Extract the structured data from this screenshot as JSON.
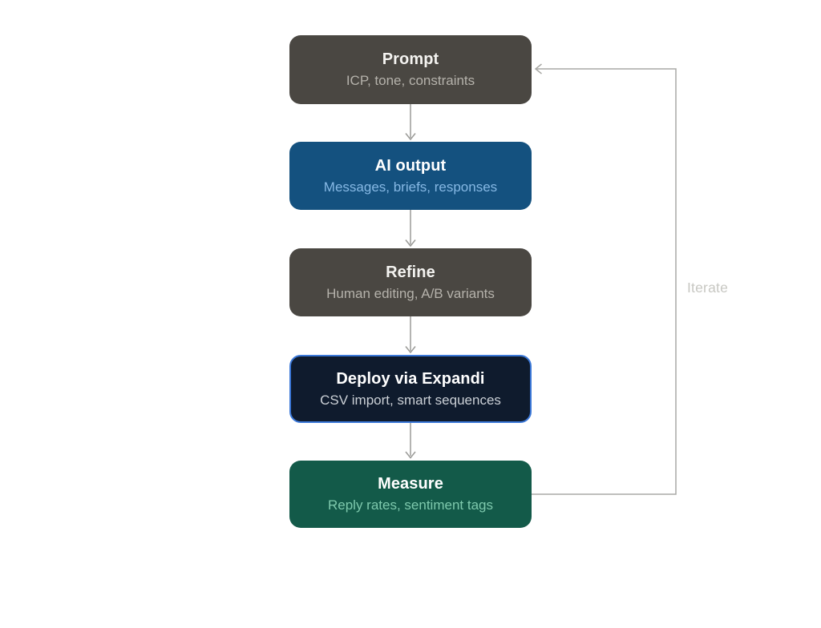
{
  "diagram": {
    "background_color": "#ffffff",
    "stages": [
      {
        "title": "Prompt",
        "subtitle": "ICP, tone, constraints",
        "bg": "#4a4742",
        "title_color": "#f4f3f0",
        "subtitle_color": "#b5b2ab",
        "border_color": "transparent"
      },
      {
        "title": "AI output",
        "subtitle": "Messages, briefs, responses",
        "bg": "#14517f",
        "title_color": "#ffffff",
        "subtitle_color": "#86b8e4",
        "border_color": "transparent"
      },
      {
        "title": "Refine",
        "subtitle": "Human editing, A/B variants",
        "bg": "#4a4742",
        "title_color": "#f4f3f0",
        "subtitle_color": "#b5b2ab",
        "border_color": "transparent"
      },
      {
        "title": "Deploy via Expandi",
        "subtitle": "CSV import, smart sequences",
        "bg": "#0f1b2d",
        "title_color": "#ffffff",
        "subtitle_color": "#cbd0d6",
        "border_color": "#3b78d8"
      },
      {
        "title": "Measure",
        "subtitle": "Reply rates, sentiment tags",
        "bg": "#135a49",
        "title_color": "#ffffff",
        "subtitle_color": "#7ec9ad",
        "border_color": "transparent"
      }
    ],
    "connector_color": "#9b9b98",
    "loop": {
      "label": "Iterate",
      "label_color": "#c7c7c2",
      "line_color": "#a9a9a5"
    }
  }
}
